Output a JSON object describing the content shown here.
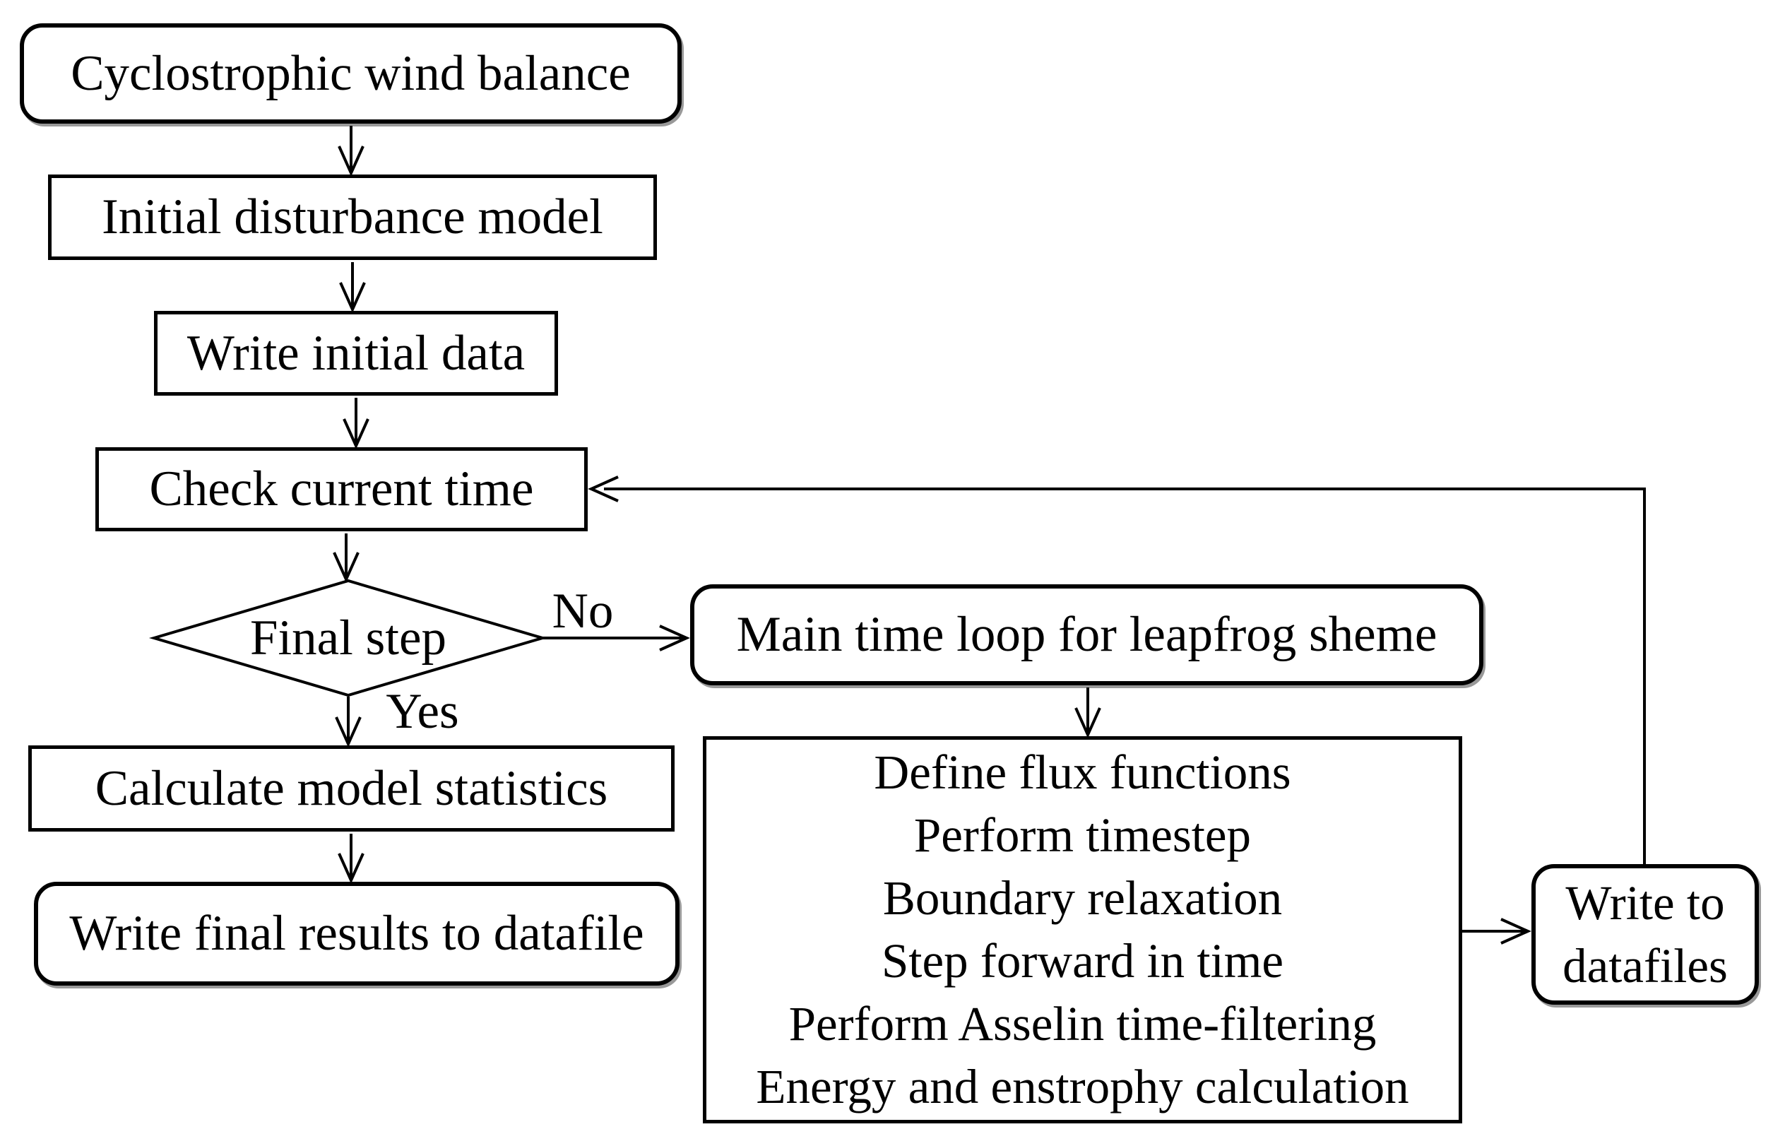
{
  "nodes": {
    "cyclostrophic_wind_balance": "Cyclostrophic wind balance",
    "initial_disturbance_model": "Initial disturbance model",
    "write_initial_data": "Write initial data",
    "check_current_time": "Check current time",
    "final_step": "Final step",
    "main_time_loop": "Main time loop for leapfrog sheme",
    "calculate_model_statistics": "Calculate model statistics",
    "write_final_results": "Write final results to datafile",
    "loop_body": [
      "Define flux functions",
      "Perform timestep",
      "Boundary relaxation",
      "Step forward in time",
      "Perform Asselin time-filtering",
      "Energy and enstrophy calculation"
    ],
    "write_to_datafiles": [
      "Write to",
      "datafiles"
    ]
  },
  "edge_labels": {
    "no": "No",
    "yes": "Yes"
  },
  "colors": {
    "stroke": "#000000",
    "node_fill": "#ffffff",
    "background": "#ffffff",
    "text": "#000000"
  }
}
